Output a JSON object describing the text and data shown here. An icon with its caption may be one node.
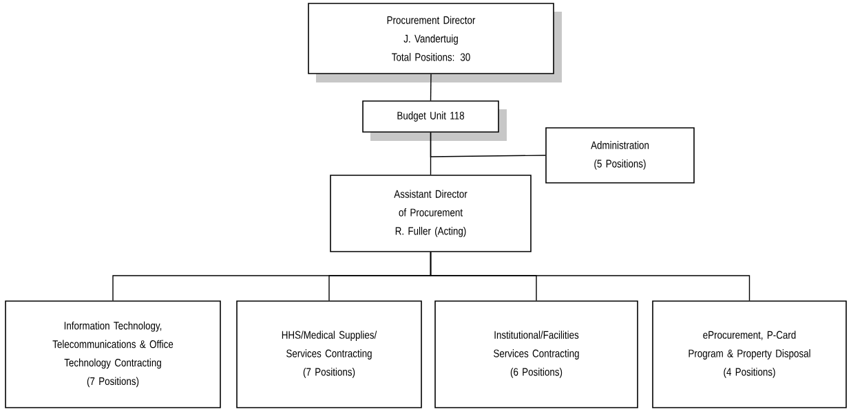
{
  "diagram": {
    "nodes": [
      {
        "text": [
          "Procurement Director",
          "J. Vandertuig",
          "Total Positions: 30"
        ]
      },
      {
        "text": [
          "Budget Unit 118"
        ]
      },
      {
        "text": [
          "Administration",
          "(5 Positions)"
        ]
      },
      {
        "text": [
          "Assistant Director of Procurement",
          "R. Fuller (Acting)"
        ]
      },
      {
        "text": [
          "Information Technology, Telecommunications & Office Technology Contracting",
          "(7 Positions)"
        ]
      },
      {
        "text": [
          "HHS/Medical Supplies/ Services Contracting",
          "(7 Positions)"
        ]
      },
      {
        "text": [
          "Institutional/Facilities Services Contracting",
          "(6 Positions)"
        ]
      },
      {
        "text": [
          "eProcurement, P-Card Program & Property Disposal",
          "(4 Positions)"
        ]
      }
    ],
    "edges": [
      {
        "from": 0,
        "to": 1,
        "arrow": "none"
      },
      {
        "from": 1,
        "to": 3,
        "arrow": "none"
      },
      {
        "from": 1,
        "to": 2,
        "arrow": "none"
      },
      {
        "from": 3,
        "to": 4,
        "arrow": "none"
      },
      {
        "from": 3,
        "to": 5,
        "arrow": "none"
      },
      {
        "from": 3,
        "to": 6,
        "arrow": "none"
      },
      {
        "from": 3,
        "to": 7,
        "arrow": "none"
      }
    ]
  }
}
